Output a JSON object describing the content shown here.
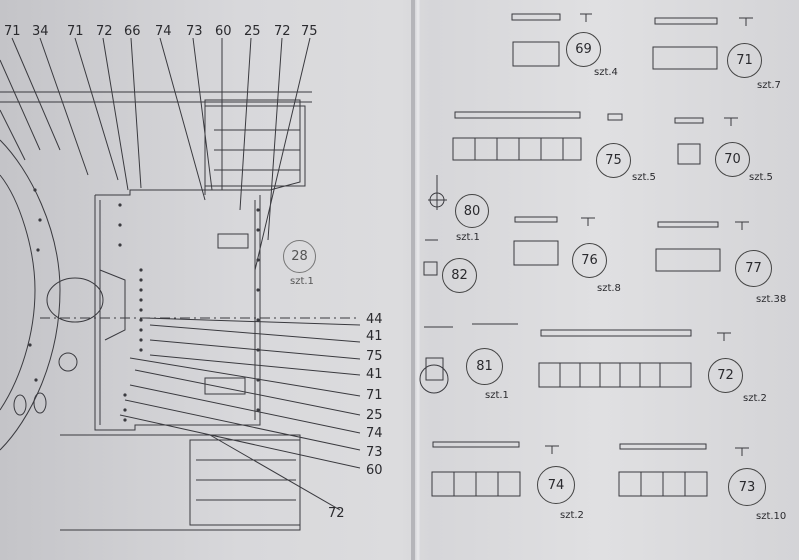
{
  "top_callouts": [
    "71",
    "34",
    "71",
    "72",
    "66",
    "74",
    "73",
    "60",
    "25",
    "72",
    "75"
  ],
  "right_callouts": [
    "44",
    "41",
    "75",
    "41",
    "71",
    "25",
    "74",
    "73",
    "60"
  ],
  "bottom_callout": "72",
  "part_circles": {
    "p28": {
      "num": "28",
      "qty": "szt.1"
    },
    "p69": {
      "num": "69",
      "qty": "szt.4"
    },
    "p71": {
      "num": "71",
      "qty": "szt.7"
    },
    "p75": {
      "num": "75",
      "qty": "szt.5"
    },
    "p70": {
      "num": "70",
      "qty": "szt.5"
    },
    "p80": {
      "num": "80",
      "qty": "szt.1"
    },
    "p76": {
      "num": "76",
      "qty": "szt.8"
    },
    "p77": {
      "num": "77",
      "qty": "szt.38"
    },
    "p82": {
      "num": "82",
      "qty": ""
    },
    "p81": {
      "num": "81",
      "qty": "szt.1"
    },
    "p72": {
      "num": "72",
      "qty": "szt.2"
    },
    "p74": {
      "num": "74",
      "qty": "szt.2"
    },
    "p73": {
      "num": "73",
      "qty": "szt.10"
    }
  }
}
